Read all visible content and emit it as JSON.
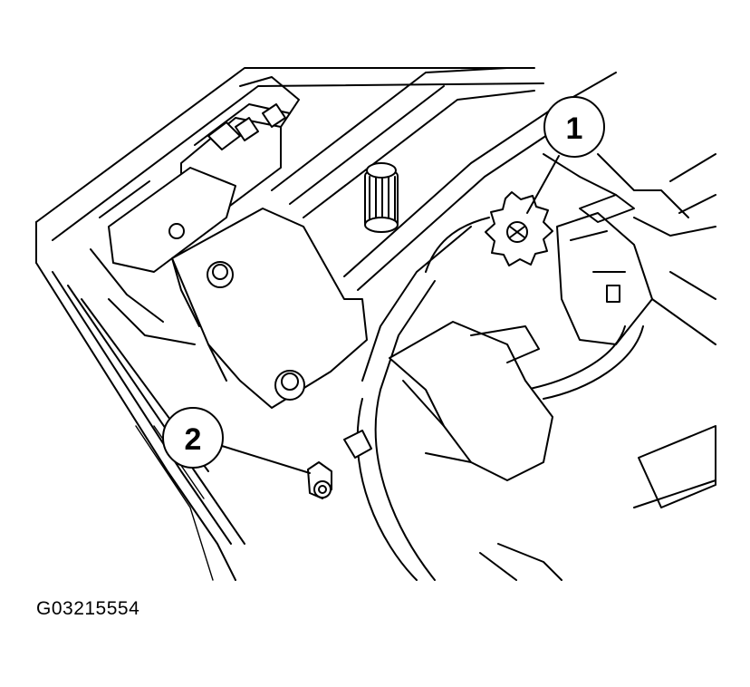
{
  "figure": {
    "id": "G03215554"
  },
  "callouts": [
    {
      "number": "1"
    },
    {
      "number": "2"
    }
  ]
}
